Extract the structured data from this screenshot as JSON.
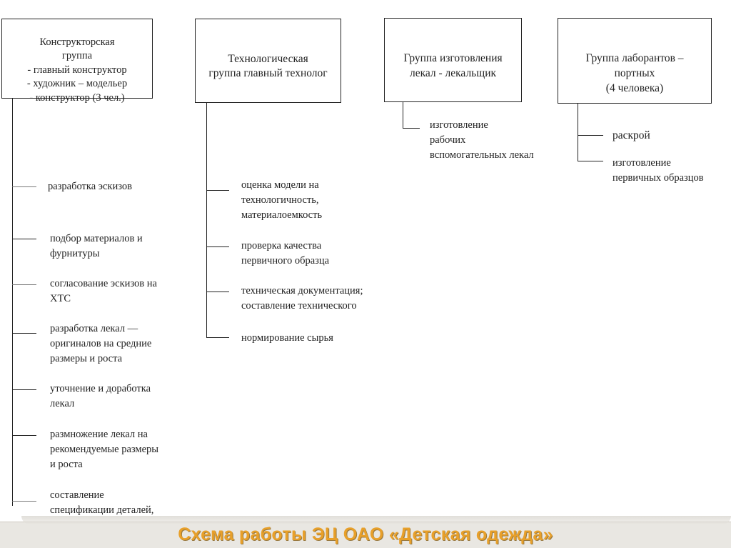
{
  "title": "Схема работы ЭЦ ОАО «Детская одежда»",
  "groups": [
    {
      "name": "Конструкторская\nгруппа\n- главный конструктор\n- художник – модельер\n- конструктор (3 чел.)",
      "tasks": [
        "разработка эскизов",
        "подбор материалов и\nфурнитуры",
        "согласование эскизов на\nХТС",
        "разработка лекал —\nоригиналов на средние\nразмеры и роста",
        "уточнение и доработка\nлекал",
        "размножение лекал на\nрекомендуемые размеры\nи роста",
        "составление\nспецификации деталей,"
      ]
    },
    {
      "name": "Технологическая\nгруппа главный технолог",
      "tasks": [
        "оценка модели на\nтехнологичность,\nматериалоемкость",
        "проверка качества\nпервичного образца",
        "техническая документация;\nсоставление технического",
        "нормирование сырья"
      ]
    },
    {
      "name": "Группа изготовления\nлекал -   лекальщик",
      "tasks": [
        "изготовление\nрабочих\nвспомогательных лекал"
      ]
    },
    {
      "name": "Группа лаборантов –\nпортных\n(4 человека)",
      "tasks": [
        "раскрой",
        "изготовление\nпервичных образцов"
      ]
    }
  ]
}
